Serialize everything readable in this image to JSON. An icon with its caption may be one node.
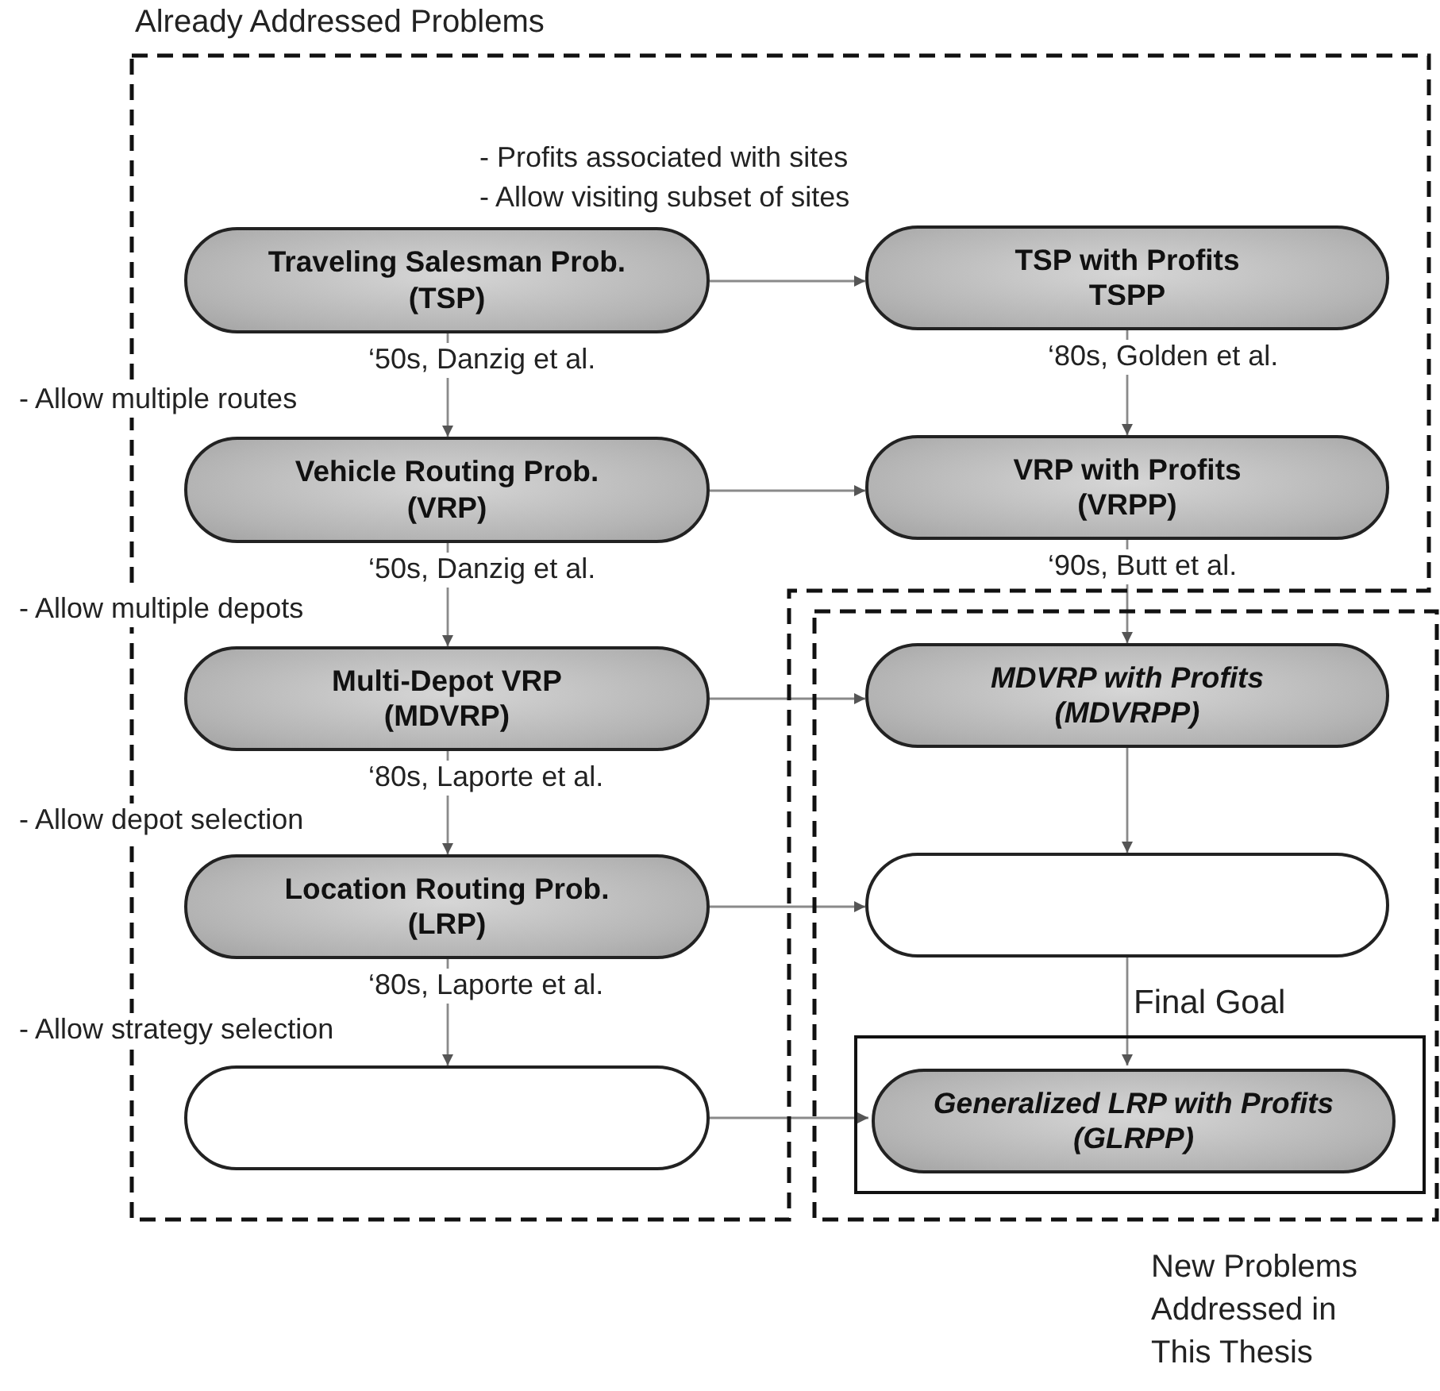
{
  "diagram": {
    "nodes": [
      {
        "text": [
          "Already Addressed Problems"
        ]
      },
      {
        "text": [
          "Traveling Salesman Prob. (TSP)"
        ],
        "in": 0
      },
      {
        "text": [
          "TSP with Profits TSPP"
        ],
        "in": 0
      },
      {
        "text": [
          "Vehicle Routing Prob. (VRP)"
        ],
        "in": 0
      },
      {
        "text": [
          "VRP with Profits (VRPP)"
        ],
        "in": 0
      },
      {
        "text": [
          "Multi-Depot VRP (MDVRP)"
        ],
        "in": 0
      },
      {
        "text": [
          "Location Routing Prob. (LRP)"
        ],
        "in": 0
      },
      {
        "text": [],
        "shape": "box",
        "in": 0
      },
      {
        "text": [
          "New Problems Addressed in This Thesis"
        ]
      },
      {
        "text": [
          "MDVRP with Profits (MDVRPP)"
        ],
        "in": 8
      },
      {
        "text": [],
        "shape": "box",
        "in": 8
      },
      {
        "text": [
          "Final Goal"
        ],
        "in": 8
      },
      {
        "text": [
          "Generalized LRP with Profits (GLRPP)"
        ],
        "in": 11
      }
    ],
    "edges": [
      {
        "from": 1,
        "to": 2,
        "arrow": "to"
      },
      {
        "from": 1,
        "to": 3,
        "arrow": "to",
        "label": "‘50s, Danzig et al."
      },
      {
        "from": 2,
        "to": 4,
        "arrow": "to",
        "label": "‘80s, Golden et al."
      },
      {
        "from": 3,
        "to": 4,
        "arrow": "to"
      },
      {
        "from": 3,
        "to": 5,
        "arrow": "to",
        "label": "‘50s, Danzig et al."
      },
      {
        "from": 4,
        "to": 9,
        "arrow": "to",
        "label": "‘90s, Butt et al."
      },
      {
        "from": 5,
        "to": 9,
        "arrow": "to"
      },
      {
        "from": 5,
        "to": 6,
        "arrow": "to",
        "label": "‘80s, Laporte et al."
      },
      {
        "from": 9,
        "to": 10,
        "arrow": "to"
      },
      {
        "from": 6,
        "to": 10,
        "arrow": "to"
      },
      {
        "from": 6,
        "to": 7,
        "arrow": "to",
        "label": "‘80s, Laporte et al."
      },
      {
        "from": 10,
        "to": 12,
        "arrow": "to"
      },
      {
        "from": 7,
        "to": 12,
        "arrow": "to"
      }
    ],
    "labels": [
      "- Profits associated with sites",
      "- Allow visiting subset of sites",
      "- Allow multiple routes",
      "- Allow multiple depots",
      "- Allow depot selection",
      "- Allow strategy selection"
    ]
  }
}
